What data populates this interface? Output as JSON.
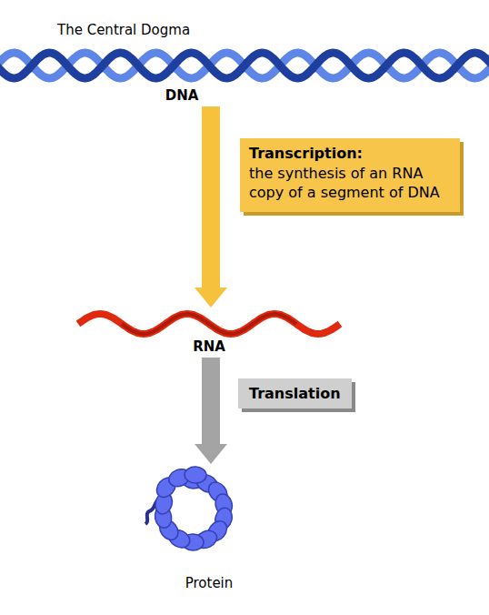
{
  "diagram": {
    "title": "The Central Dogma",
    "nodes": [
      {
        "text": [
          "DNA"
        ]
      },
      {
        "text": [
          "Transcription:",
          "the synthesis of an RNA copy of a segment of DNA"
        ]
      },
      {
        "text": [
          "RNA"
        ]
      },
      {
        "text": [
          "Translation"
        ]
      },
      {
        "text": [
          "Protein"
        ]
      }
    ],
    "edges": [
      {
        "from": 0,
        "to": 2,
        "arrow": "to"
      },
      {
        "from": 2,
        "to": 4,
        "arrow": "to"
      }
    ]
  }
}
